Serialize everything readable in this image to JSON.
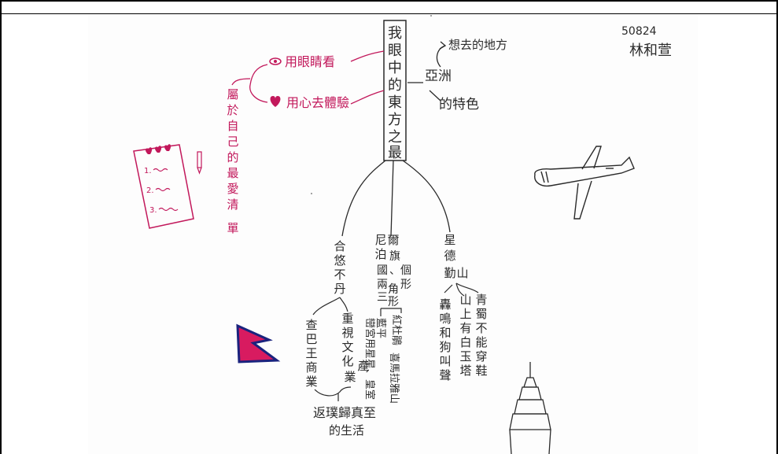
{
  "image": {
    "subject": "hand-drawn mind map",
    "colors": {
      "pencil": "#2a2a2a",
      "red_pen": "#c2185b",
      "paper": "#fdfdfd",
      "flag_blue": "#1a237e",
      "flag_red": "#d81b60"
    }
  },
  "header": {
    "student_id": "50824",
    "student_name": "林和萱"
  },
  "center": {
    "title_chars": [
      "我",
      "眼",
      "中",
      "的",
      "東",
      "方",
      "之",
      "最"
    ]
  },
  "right_branch": {
    "top": "想去的地方",
    "middle": "亞洲",
    "bottom": "的特色"
  },
  "left_branch": {
    "eyes": "用眼睛看",
    "heart": "用心去體驗",
    "vertical_chars": [
      "屬",
      "於",
      "自",
      "己",
      "的",
      "最",
      "愛",
      "清",
      "單"
    ]
  },
  "checklist": {
    "items": [
      "1.",
      "2.",
      "3."
    ],
    "icon": "checklist-with-hearts-icon"
  },
  "branches": {
    "b1": {
      "title_chars": [
        "合",
        "悠",
        "不",
        "丹"
      ],
      "sub1_chars": [
        "重",
        "視",
        "文",
        "化",
        "產",
        "業"
      ],
      "sub2_chars": [
        "查",
        "巴",
        "王",
        "商",
        "業"
      ],
      "bottom": [
        "返璞歸真至",
        "的生活"
      ]
    },
    "b2": {
      "col1": [
        "尼",
        "泊",
        "爾"
      ],
      "col2": [
        "國",
        "旗",
        "、",
        "個",
        "形"
      ],
      "col3": [
        "兩",
        "三",
        "角",
        "形"
      ],
      "sub": [
        "紅杜鵑",
        "藍平",
        "喜馬拉雅山",
        "巒宮用星星、皇室"
      ]
    },
    "b3": {
      "col1": [
        "星",
        "德",
        "勤",
        "山"
      ],
      "sub1": [
        "青",
        "蜀",
        "不",
        "能",
        "穿",
        "鞋"
      ],
      "sub2": [
        "山",
        "上",
        "有",
        "白",
        "玉",
        "塔"
      ],
      "sub3": [
        "轟",
        "鳴",
        "和",
        "狗",
        "叫",
        "聲"
      ]
    }
  },
  "icons": {
    "airplane": "airplane-icon",
    "flag": "nepal-flag-icon",
    "tower": "tower-icon",
    "eye": "eye-icon",
    "heart": "heart-icon",
    "pencil": "pencil-icon",
    "arrow": "curved-arrow-icon"
  }
}
